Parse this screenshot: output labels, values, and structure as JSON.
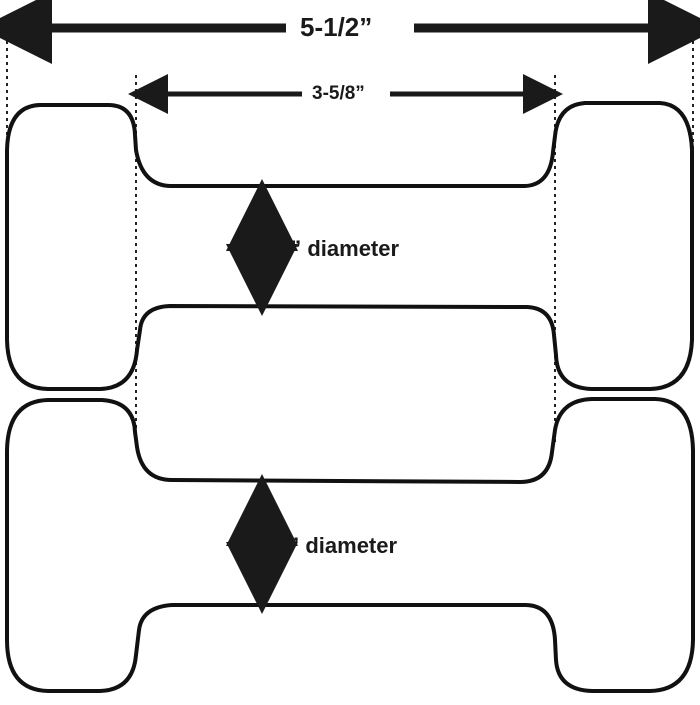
{
  "dimensions": {
    "overall_length": "5-1/2”",
    "handle_length": "3-5/8”",
    "handle_diameter_top": "1” diameter",
    "handle_diameter_bottom": "1” diameter"
  },
  "colors": {
    "stroke": "#111111",
    "arrow": "#1a1a1a",
    "background": "#ffffff"
  }
}
